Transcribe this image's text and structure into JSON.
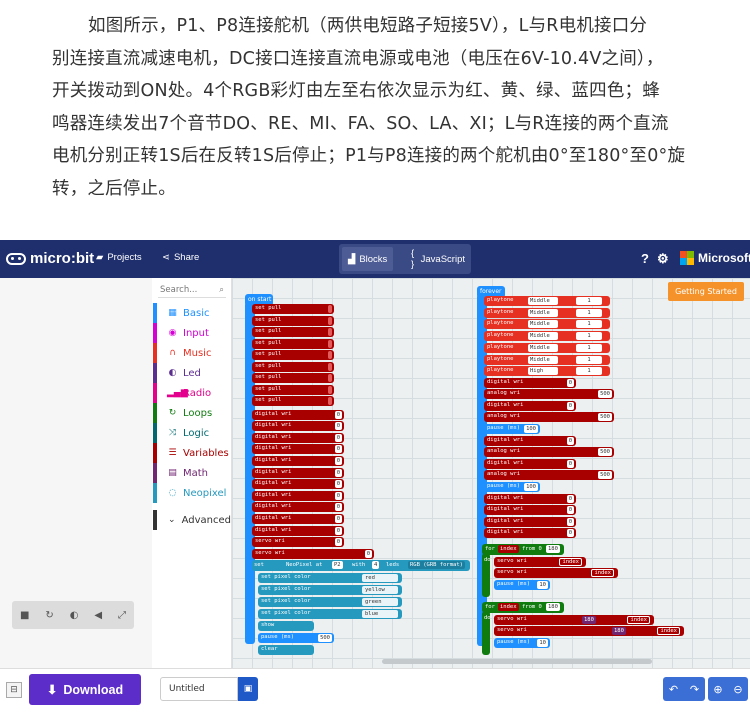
{
  "article": {
    "lines": [
      "如图所示，P1、P8连接舵机（两供电短路子短接5V），L与R电机接口分",
      "别连接直流减速电机，DC接口连接直流电源或电池（电压在6V-10.4V之间），",
      "开关拨动到ON处。4个RGB彩灯由左至右依次显示为红、黄、绿、蓝四色；蜂",
      "鸣器连续发出7个音节DO、RE、MI、FA、SO、LA、XI；L与R连接的两个直流",
      "电机分别正转1S后在反转1S后停止；P1与P8连接的两个舵机由0°至180°至0°旋",
      "转，之后停止。"
    ]
  },
  "topbar": {
    "brand": "micro:bit",
    "projects": "Projects",
    "share": "Share",
    "tab_blocks": "Blocks",
    "tab_js": "JavaScript",
    "microsoft": "Microsoft",
    "help_icon": "help-icon",
    "settings_icon": "gear-icon"
  },
  "toolbox": {
    "search_placeholder": "Search...",
    "categories": [
      {
        "label": "Basic",
        "color": "#1e90ff",
        "icon": "grid-icon"
      },
      {
        "label": "Input",
        "color": "#d400d4",
        "icon": "target-icon"
      },
      {
        "label": "Music",
        "color": "#e63022",
        "icon": "headphones-icon"
      },
      {
        "label": "Led",
        "color": "#5c2d91",
        "icon": "toggle-icon"
      },
      {
        "label": "Radio",
        "color": "#e3008c",
        "icon": "signal-icon"
      },
      {
        "label": "Loops",
        "color": "#107c10",
        "icon": "refresh-icon"
      },
      {
        "label": "Logic",
        "color": "#006970",
        "icon": "shuffle-icon"
      },
      {
        "label": "Variables",
        "color": "#a80000",
        "icon": "list-icon"
      },
      {
        "label": "Math",
        "color": "#712672",
        "icon": "calculator-icon"
      },
      {
        "label": "Neopixel",
        "color": "#2699bf",
        "icon": "spinner-icon"
      }
    ],
    "advanced": "Advanced"
  },
  "workspace": {
    "getting_started": "Getting Started",
    "left_stack": {
      "header": "on start",
      "set_pull_rows": [
        "set pull",
        "set pull",
        "set pull",
        "set pull",
        "set pull",
        "set pull",
        "set pull",
        "set pull",
        "set pull"
      ],
      "digital_rows": [
        "digital wri",
        "digital wri",
        "digital wri",
        "digital wri",
        "digital wri",
        "digital wri",
        "digital wri",
        "digital wri",
        "digital wri",
        "digital wri",
        "digital wri"
      ],
      "servo_rows": [
        "servo wri",
        "servo wri"
      ],
      "neopixel_set": "set",
      "neopixel_text": "NeoPixel at",
      "neopixel_pin": "P2",
      "neopixel_with": "with",
      "neopixel_count": "4",
      "neopixel_leds": "leds",
      "neopixel_format": "RGB (GRB format)",
      "color_rows": [
        {
          "label": "set pixel color",
          "value": "red"
        },
        {
          "label": "set pixel color",
          "value": "yellow"
        },
        {
          "label": "set pixel color",
          "value": "green"
        },
        {
          "label": "set pixel color",
          "value": "blue"
        }
      ],
      "show": "show",
      "pause": "pause (ms)",
      "pause_value": "500",
      "clear": "clear"
    },
    "right_stack": {
      "header": "forever",
      "play_rows": [
        {
          "label": "playtone",
          "note": "Middle",
          "beat": "1"
        },
        {
          "label": "playtone",
          "note": "Middle",
          "beat": "1"
        },
        {
          "label": "playtone",
          "note": "Middle",
          "beat": "1"
        },
        {
          "label": "playtone",
          "note": "Middle",
          "beat": "1"
        },
        {
          "label": "playtone",
          "note": "Middle",
          "beat": "1"
        },
        {
          "label": "playtone",
          "note": "Middle",
          "beat": "1"
        },
        {
          "label": "playtone",
          "note": "High",
          "beat": "1"
        }
      ],
      "write_rows_1": [
        {
          "label": "digital wri",
          "value": "0"
        },
        {
          "label": "analog wri",
          "value": "500"
        },
        {
          "label": "digital wri",
          "value": "0"
        },
        {
          "label": "analog wri",
          "value": "500"
        }
      ],
      "pause_1": {
        "label": "pause (ms)",
        "value": "100"
      },
      "write_rows_2": [
        {
          "label": "digital wri",
          "value": "0"
        },
        {
          "label": "analog wri",
          "value": "500"
        },
        {
          "label": "digital wri",
          "value": "0"
        },
        {
          "label": "analog wri",
          "value": "500"
        }
      ],
      "pause_2": {
        "label": "pause (ms)",
        "value": "100"
      },
      "write_rows_3": [
        {
          "label": "digital wri",
          "value": "0"
        },
        {
          "label": "digital wri",
          "value": "0"
        },
        {
          "label": "digital wri",
          "value": "0"
        },
        {
          "label": "digital wri",
          "value": "0"
        }
      ],
      "for_1": {
        "label": "for",
        "var": "index",
        "from": "from 0",
        "to": "180",
        "do": "do"
      },
      "for_1_rows": [
        "servo wri",
        "servo wri"
      ],
      "for_1_index": "index",
      "pause_3": {
        "label": "pause (ms)",
        "value": "10"
      },
      "for_2": {
        "label": "for",
        "var": "index",
        "from": "from 0",
        "to": "180",
        "do": "do"
      },
      "for_2_rows": [
        "servo wri",
        "servo wri"
      ],
      "for_2_expr": "180",
      "for_2_index": "index",
      "pause_4": {
        "label": "pause (ms)",
        "value": "10"
      }
    }
  },
  "bottombar": {
    "download": "Download",
    "project_name": "Untitled"
  }
}
